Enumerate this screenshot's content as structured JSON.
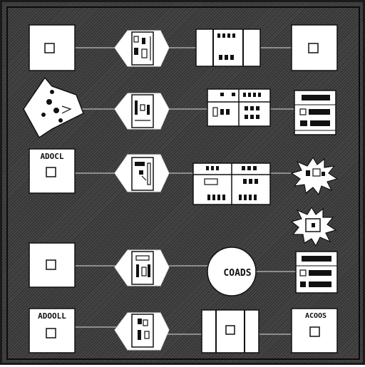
{
  "colors": {
    "background": "#3a3a3a",
    "hatch": "#2c2c2c",
    "node_fill": "#ffffff",
    "node_stroke": "#111111",
    "connector": "#bdbdbd"
  },
  "rows": [
    {
      "left_label": "",
      "left_shape": "square",
      "mid_shape": "document",
      "right_shape": "panel",
      "end_shape": "square",
      "end_label": ""
    },
    {
      "left_label": "",
      "left_shape": "torn-card",
      "mid_shape": "document",
      "right_shape": "table",
      "end_shape": "list",
      "end_label": ""
    },
    {
      "left_label": "ADOCL",
      "left_shape": "square",
      "mid_shape": "document",
      "right_shape": "table",
      "end_shape": "starburst",
      "end_label": ""
    },
    {
      "left_label": "",
      "left_shape": "square",
      "mid_shape": "document",
      "right_shape": "circle",
      "right_label": "COADS",
      "end_shape": "list",
      "end_label": ""
    },
    {
      "left_label": "ADOOLL",
      "left_shape": "square",
      "mid_shape": "document",
      "right_shape": "panel",
      "end_shape": "square",
      "end_label": "ACOOS"
    }
  ]
}
